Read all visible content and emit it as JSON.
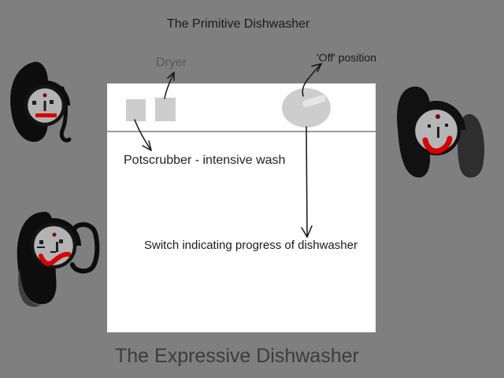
{
  "titles": {
    "top": "The Primitive Dishwasher",
    "bottom": "The Expressive Dishwasher"
  },
  "annotations": {
    "dryer": "Dryer",
    "off_position": "'Off' position",
    "potscrubber": "Potscrubber - intensive wash",
    "switch_progress": "Switch indicating progress of dishwasher"
  },
  "panel": {
    "controls": [
      "dryer-button-left",
      "dryer-button-right",
      "off-dial"
    ]
  },
  "faces": [
    {
      "position": "top-left",
      "expression": "neutral"
    },
    {
      "position": "bottom-left",
      "expression": "sad"
    },
    {
      "position": "middle-right",
      "expression": "happy"
    }
  ],
  "colors": {
    "background": "#7f7f7f",
    "panel": "#ffffff",
    "control_gray": "#cdcdcd",
    "dial_notch": "#e6e6e6",
    "divider": "#9c9c9c",
    "text": "#1a1a1a",
    "dryer_label": "#5a5a5a",
    "bottom_title": "#3c3c3c",
    "face_fill": "#b3b3b3",
    "hair_black": "#0d0d0d",
    "hair_gray": "#2e2e2e",
    "mouth_red": "#d60000",
    "forehead_dot_red": "#7a0a0a"
  }
}
